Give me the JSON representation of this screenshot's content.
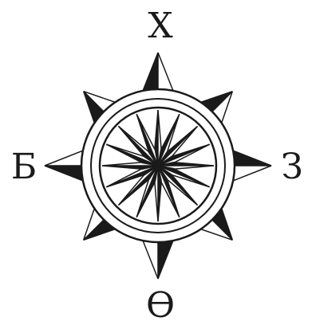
{
  "labels": {
    "north": "Х",
    "south": "Ө",
    "west": "Б",
    "east": "З"
  },
  "colors": {
    "ink": "#1a1a1a",
    "paper": "#ffffff"
  }
}
